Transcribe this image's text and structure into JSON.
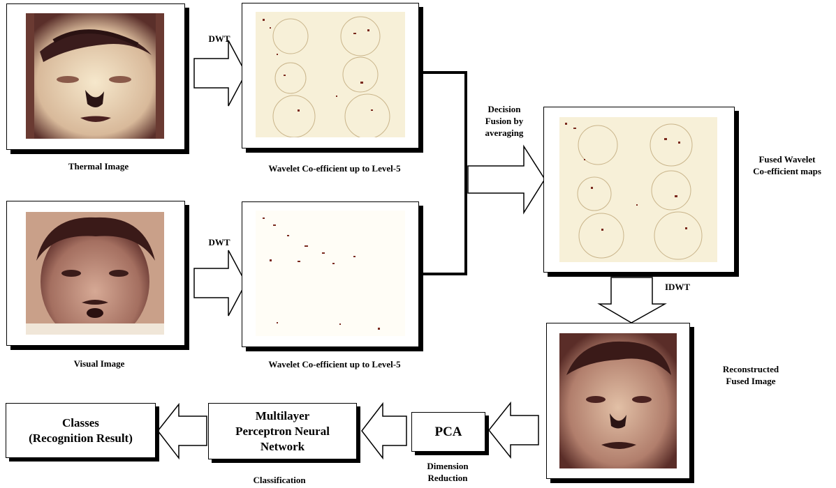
{
  "labels": {
    "thermal": "Thermal Image",
    "visual": "Visual Image",
    "wavelet_top": "Wavelet Co-efficient up to Level-5",
    "wavelet_bottom": "Wavelet Co-efficient up to Level-5",
    "dwt_top": "DWT",
    "dwt_bottom": "DWT",
    "fusion_1": "Decision",
    "fusion_2": "Fusion by",
    "fusion_3": "averaging",
    "fused_1": "Fused Wavelet",
    "fused_2": "Co-efficient maps",
    "idwt": "IDWT",
    "recon_1": "Reconstructed",
    "recon_2": "Fused Image",
    "dimension_1": "Dimension",
    "dimension_2": "Reduction",
    "classification": "Classification"
  },
  "boxes": {
    "pca": "PCA",
    "mlp_1": "Multilayer",
    "mlp_2": "Perceptron Neural",
    "mlp_3": "Network",
    "classes_1": "Classes",
    "classes_2": "(Recognition Result)"
  },
  "colors": {
    "thermal_dark": "#3a1c1c",
    "thermal_light": "#f3e3c6",
    "visual_dark": "#5a2d28",
    "visual_mid": "#b98a78",
    "coef_bg": "#f7f0d8",
    "coef_mark": "#7a2a1e"
  }
}
